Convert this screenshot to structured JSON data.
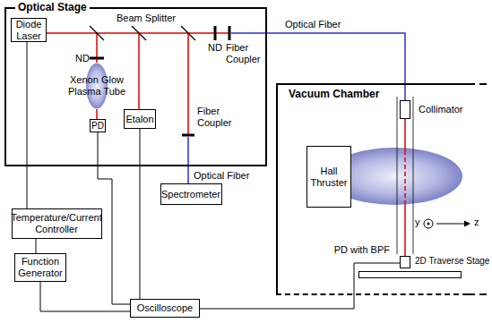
{
  "diagram": {
    "nodes": [
      {
        "text": [
          "Optical Stage"
        ]
      },
      {
        "text": [
          "Diode Laser"
        ],
        "in": 0
      },
      {
        "text": [
          "Xenon Glow Plasma Tube"
        ],
        "in": 0
      },
      {
        "text": [
          "PD"
        ],
        "in": 0
      },
      {
        "text": [
          "Etalon"
        ],
        "in": 0
      },
      {
        "text": [
          "Spectrometer"
        ]
      },
      {
        "text": [
          "Temperature/Current Controller"
        ]
      },
      {
        "text": [
          "Function Generator"
        ]
      },
      {
        "text": [
          "Oscilloscope"
        ]
      },
      {
        "text": [
          "Vacuum Chamber"
        ]
      },
      {
        "text": [
          "Collimator"
        ],
        "in": 9
      },
      {
        "text": [
          "Hall Thruster"
        ],
        "in": 9
      },
      {
        "text": [
          "PD with BPF"
        ],
        "in": 9
      },
      {
        "text": [
          "2D Traverse Stage"
        ],
        "in": 9
      }
    ],
    "edges": [
      {
        "from": 1,
        "to": 6,
        "arrow": "none"
      },
      {
        "from": 6,
        "to": 7,
        "arrow": "none"
      },
      {
        "from": 3,
        "to": 8,
        "arrow": "none"
      },
      {
        "from": 4,
        "to": 8,
        "arrow": "none"
      },
      {
        "from": 7,
        "to": 8,
        "arrow": "none"
      },
      {
        "from": 12,
        "to": 8,
        "arrow": "none"
      }
    ],
    "labels": [
      "Beam Splitter",
      "ND",
      "ND",
      "Fiber Coupler",
      "Fiber Coupler",
      "Optical Fiber",
      "Optical Fiber",
      "y",
      "z"
    ]
  }
}
